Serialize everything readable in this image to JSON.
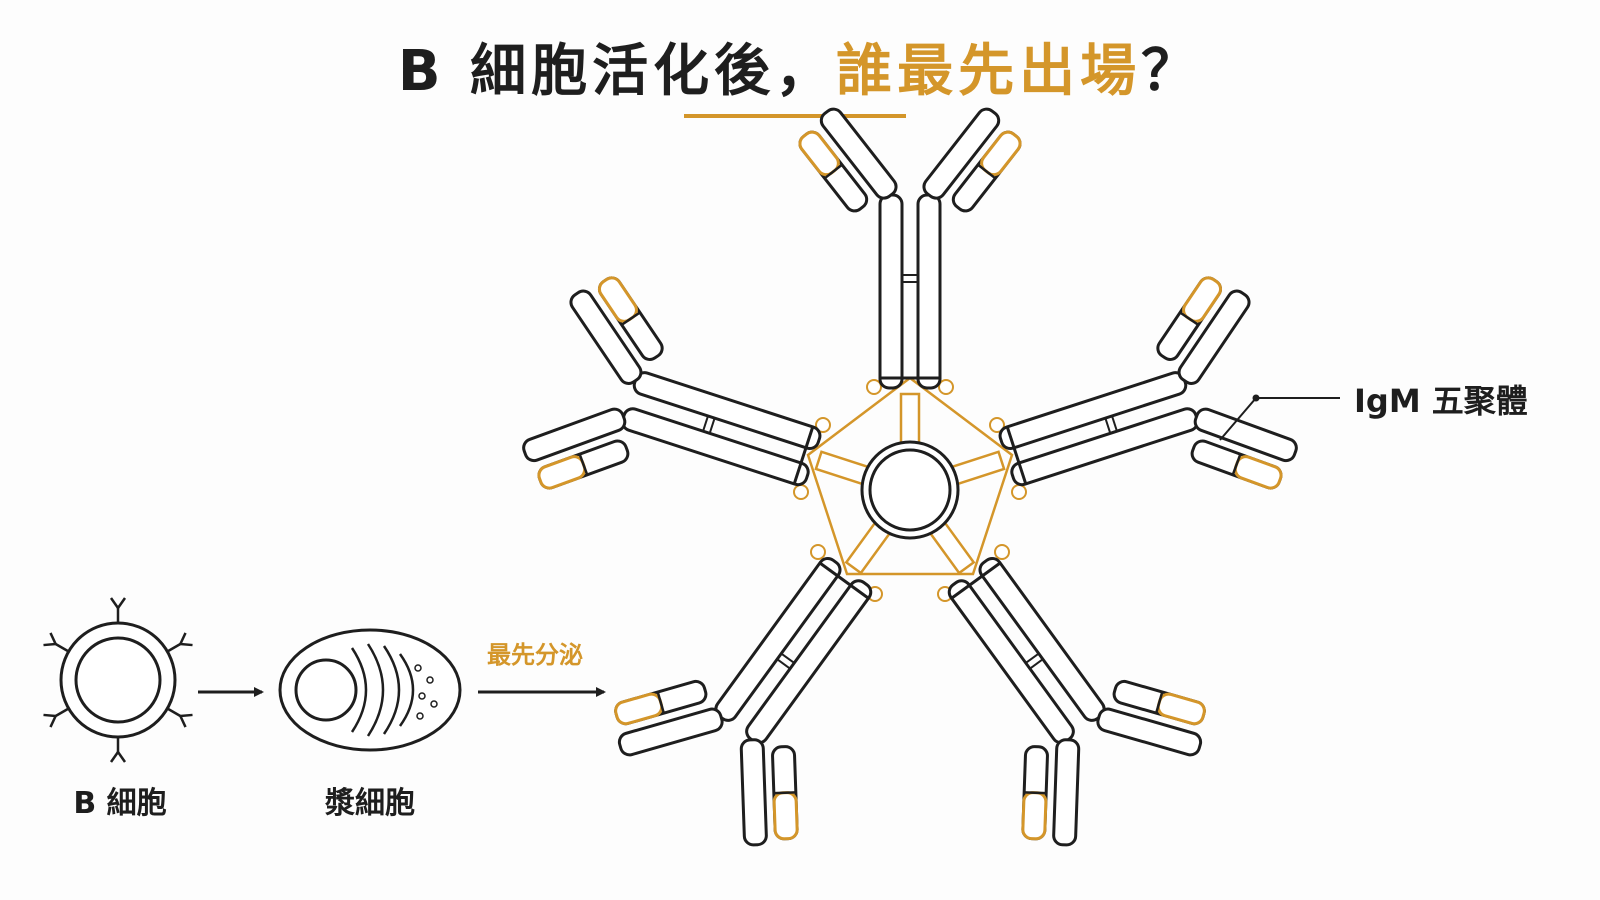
{
  "title": {
    "main": "B 細胞活化後，",
    "highlight": "誰最先出場",
    "end": "？"
  },
  "labels": {
    "b_cell": "B 細胞",
    "plasma_cell": "漿細胞",
    "secrete_first": "最先分泌",
    "igm": "IgM 五聚體"
  },
  "colors": {
    "accent": "#d4962a",
    "ink": "#1e1e1e",
    "background": "#fdfdfd"
  }
}
